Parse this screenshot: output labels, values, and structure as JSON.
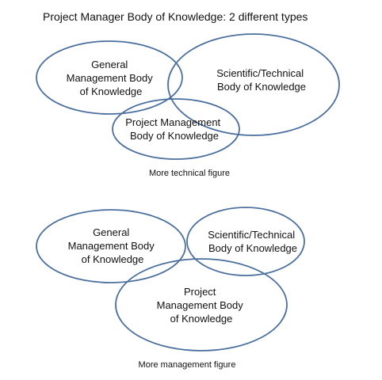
{
  "title": "Project Manager Body of Knowledge: 2 different types",
  "figure1": {
    "caption": "More technical figure",
    "general": [
      "General",
      "Management Body",
      "of Knowledge"
    ],
    "scientific": [
      "Scientific/Technical",
      "Body of Knowledge"
    ],
    "project": [
      "Project Management",
      "Body of Knowledge"
    ]
  },
  "figure2": {
    "caption": "More management figure",
    "general": [
      "General",
      "Management Body",
      "of Knowledge"
    ],
    "scientific": [
      "Scientific/Technical",
      "Body of Knowledge"
    ],
    "project": [
      "Project",
      "Management Body",
      "of Knowledge"
    ]
  },
  "colors": {
    "ellipse_stroke": "#4a6f9e"
  }
}
